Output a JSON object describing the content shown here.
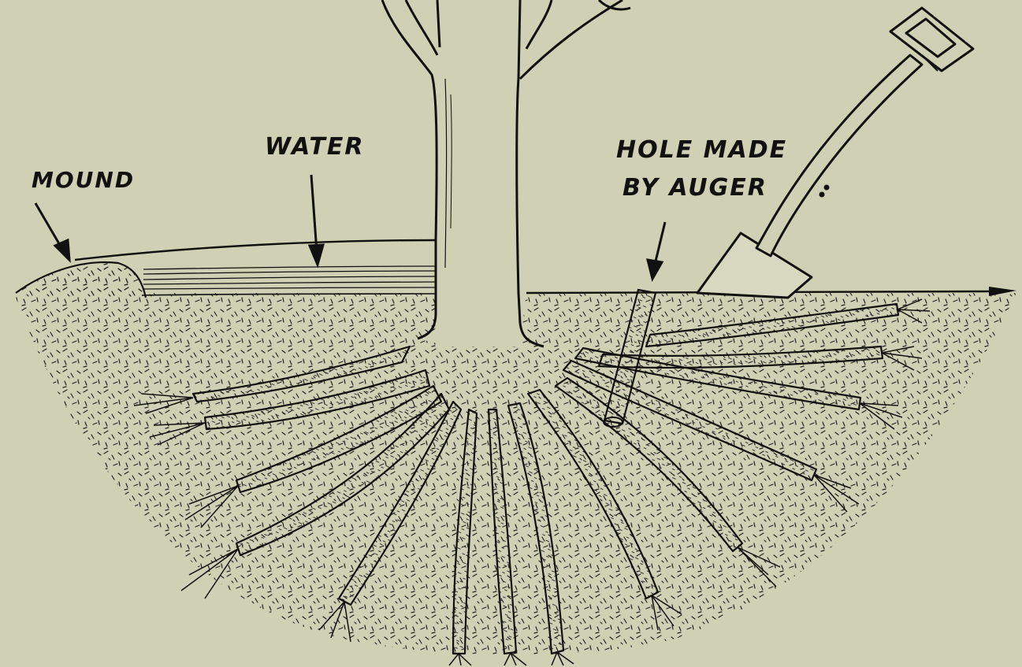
{
  "labels": {
    "mound": "MOUND",
    "water": "WATER",
    "hole_line1": "HOLE MADE",
    "hole_line2": "BY AUGER"
  },
  "colors": {
    "background": "#cfd0b4",
    "ink": "#111111"
  }
}
